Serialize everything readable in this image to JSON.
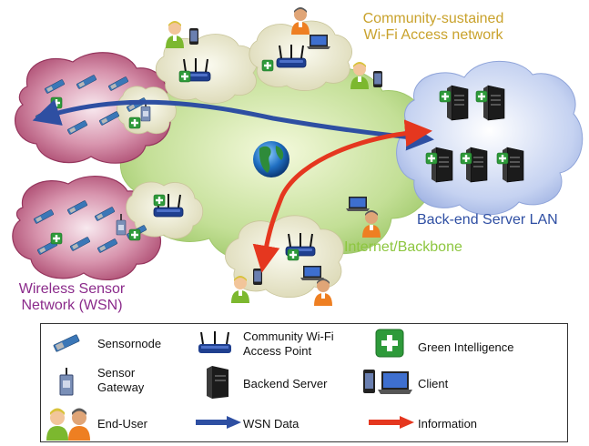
{
  "diagram": {
    "labels": {
      "community_line1": "Community-sustained",
      "community_line2": "Wi-Fi Access network",
      "server_lan": "Back-end Server LAN",
      "internet": "Internet/Backbone",
      "wsn_line1": "Wireless Sensor",
      "wsn_line2": "Network (WSN)"
    },
    "colors": {
      "backbone_cloud": "#b9d98a",
      "server_cloud": "#b7c5ec",
      "wsn_cloud": "#b8587a",
      "small_cloud": "#ebe9d0",
      "wsn_arrow": "#2e4fa2",
      "info_arrow": "#e5371f",
      "green_intelligence": "#2e9a3a"
    },
    "icons": [
      "sensornode-icon",
      "sensor-gateway-icon",
      "wifi-access-point-icon",
      "backend-server-icon",
      "green-intelligence-icon",
      "client-phone-icon",
      "client-laptop-icon",
      "end-user-icon",
      "globe-icon"
    ]
  },
  "legend": {
    "sensornode": "Sensornode",
    "access_point_line1": "Community Wi-Fi",
    "access_point_line2": "Access Point",
    "green_intelligence": "Green Intelligence",
    "sensor_gateway_line1": "Sensor",
    "sensor_gateway_line2": "Gateway",
    "backend_server": "Backend Server",
    "client": "Client",
    "end_user": "End-User",
    "wsn_data": "WSN Data",
    "information": "Information"
  }
}
